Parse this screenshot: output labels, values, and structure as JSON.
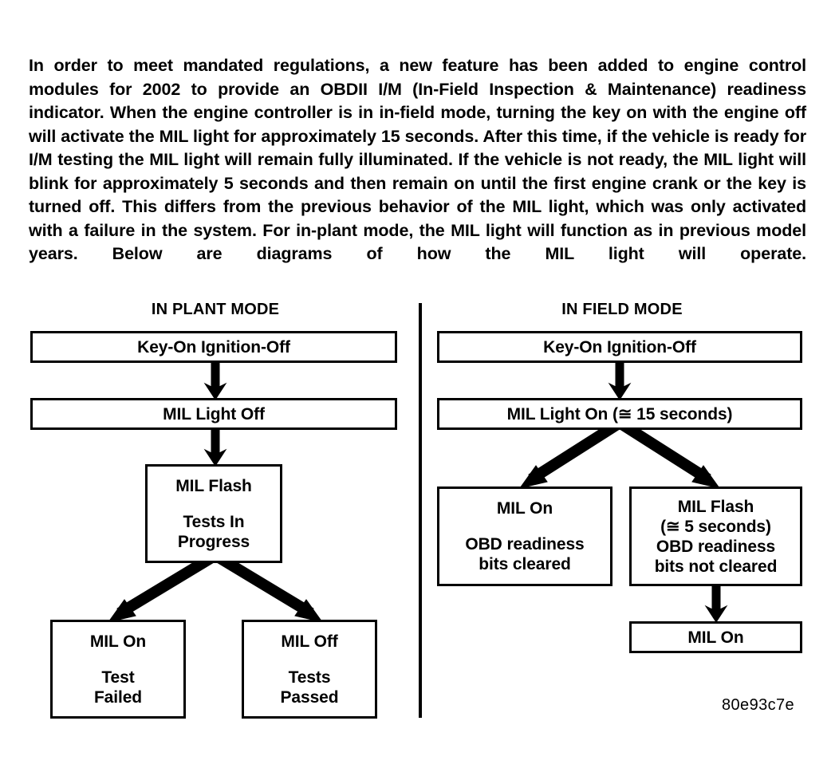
{
  "document": {
    "body_text": "In order to meet mandated regulations, a new feature has been added to engine control modules for 2002 to provide an OBDII I/M (In-Field Inspection & Maintenance) readiness indicator.  When the engine controller is in in-field mode, turning the key on with the engine off will activate the MIL light for approximately 15 seconds.  After this time, if the vehicle is ready for I/M testing the MIL light will remain fully illuminated.  If the vehicle is not ready, the MIL light will blink for approximately 5 seconds and then remain on until the first engine crank or the key is turned off.  This differs from the previous behavior of the MIL light, which was only activated with a failure in the system.  For in-plant mode, the MIL light will function as in previous model years.  Below are diagrams of how the MIL light will operate.",
    "reference_code": "80e93c7e"
  },
  "diagrams": {
    "in_plant": {
      "title": "IN PLANT MODE",
      "nodes": {
        "key_on": "Key-On Ignition-Off",
        "mil_light_off": "MIL Light Off",
        "mil_flash_title": "MIL Flash",
        "mil_flash_line1": "Tests In",
        "mil_flash_line2": "Progress",
        "left_leaf_title": "MIL On",
        "left_leaf_line1": "Test",
        "left_leaf_line2": "Failed",
        "right_leaf_title": "MIL Off",
        "right_leaf_line1": "Tests",
        "right_leaf_line2": "Passed"
      }
    },
    "in_field": {
      "title": "IN FIELD MODE",
      "nodes": {
        "key_on": "Key-On Ignition-Off",
        "mil_light_on_15": "MIL Light On (≅ 15 seconds)",
        "left_leaf_title": "MIL On",
        "left_leaf_line1": "OBD readiness",
        "left_leaf_line2": "bits cleared",
        "right_leaf_title": "MIL Flash",
        "right_leaf_line1": "(≅ 5 seconds)",
        "right_leaf_line2": "OBD readiness",
        "right_leaf_line3": "bits not cleared",
        "final": "MIL On"
      }
    }
  },
  "colors": {
    "ink": "#000000",
    "paper": "#ffffff"
  }
}
